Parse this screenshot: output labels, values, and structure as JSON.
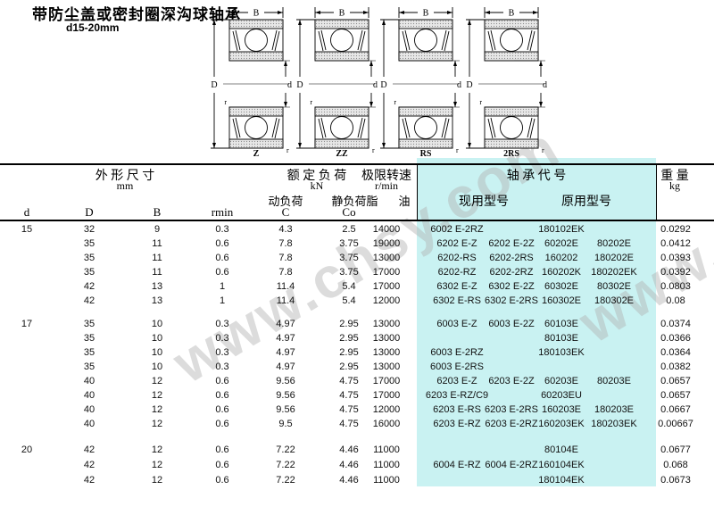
{
  "page": {
    "title": "带防尘盖或密封圈深沟球轴承",
    "subtitle": "d15-20mm"
  },
  "watermark": {
    "text": "www.chsy.com"
  },
  "colors": {
    "highlight": "#c9f2f2"
  },
  "diagrams": {
    "labels": [
      "Z",
      "ZZ",
      "RS",
      "2RS"
    ],
    "dims": {
      "B": "B",
      "D": "D",
      "d": "d",
      "r": "r"
    }
  },
  "table": {
    "headers": {
      "dim_group": "外 形 尺 寸",
      "dim_unit": "mm",
      "load_group": "额 定 负 荷",
      "load_unit": "kN",
      "dynamic": "动负荷",
      "static": "静负荷",
      "c": "C",
      "co": "Co",
      "speed_group": "极限转速",
      "speed_unit": "r/min",
      "grease": "脂",
      "oil": "油",
      "code_group": "轴 承 代 号",
      "current": "现用型号",
      "original": "原用型号",
      "weight": "重 量",
      "weight_unit": "kg",
      "d": "d",
      "D": "D",
      "B": "B",
      "rmin": "rmin"
    },
    "groups": [
      {
        "rows": [
          [
            "15",
            "32",
            "9",
            "0.3",
            "4.3",
            "2.5",
            "14000",
            "6002 E-2RZ",
            "",
            "180102EK",
            "",
            "0.0292"
          ],
          [
            "",
            "35",
            "11",
            "0.6",
            "7.8",
            "3.75",
            "19000",
            "6202 E-Z",
            "6202 E-2Z",
            "60202E",
            "80202E",
            "0.0412"
          ],
          [
            "",
            "35",
            "11",
            "0.6",
            "7.8",
            "3.75",
            "13000",
            "6202-RS",
            "6202-2RS",
            "160202",
            "180202E",
            "0.0393"
          ],
          [
            "",
            "35",
            "11",
            "0.6",
            "7.8",
            "3.75",
            "17000",
            "6202-RZ",
            "6202-2RZ",
            "160202K",
            "180202EK",
            "0.0392"
          ],
          [
            "",
            "42",
            "13",
            "1",
            "11.4",
            "5.4",
            "17000",
            "6302 E-Z",
            "6302 E-2Z",
            "60302E",
            "80302E",
            "0.0803"
          ],
          [
            "",
            "42",
            "13",
            "1",
            "11.4",
            "5.4",
            "12000",
            "6302 E-RS",
            "6302 E-2RS",
            "160302E",
            "180302E",
            "0.08"
          ]
        ]
      },
      {
        "rows": [
          [
            "17",
            "35",
            "10",
            "0.3",
            "4.97",
            "2.95",
            "13000",
            "6003 E-Z",
            "6003 E-2Z",
            "60103E",
            "",
            "0.0374"
          ],
          [
            "",
            "35",
            "10",
            "0.3",
            "4.97",
            "2.95",
            "13000",
            "",
            "",
            "80103E",
            "",
            "0.0366"
          ],
          [
            "",
            "35",
            "10",
            "0.3",
            "4.97",
            "2.95",
            "13000",
            "6003 E-2RZ",
            "",
            "180103EK",
            "",
            "0.0364"
          ],
          [
            "",
            "35",
            "10",
            "0.3",
            "4.97",
            "2.95",
            "13000",
            "6003 E-2RS",
            "",
            "",
            "",
            "0.0382"
          ],
          [
            "",
            "40",
            "12",
            "0.6",
            "9.56",
            "4.75",
            "17000",
            "6203 E-Z",
            "6203 E-2Z",
            "60203E",
            "80203E",
            "0.0657"
          ],
          [
            "",
            "40",
            "12",
            "0.6",
            "9.56",
            "4.75",
            "17000",
            "6203 E-RZ/C9",
            "",
            "60203EU",
            "",
            "0.0657"
          ],
          [
            "",
            "40",
            "12",
            "0.6",
            "9.56",
            "4.75",
            "12000",
            "6203 E-RS",
            "6203 E-2RS",
            "160203E",
            "180203E",
            "0.0667"
          ],
          [
            "",
            "40",
            "12",
            "0.6",
            "9.5",
            "4.75",
            "16000",
            "6203 E-RZ",
            "6203 E-2RZ",
            "160203EK",
            "180203EK",
            "0.00667"
          ]
        ]
      },
      {
        "rows": [
          [
            "20",
            "42",
            "12",
            "0.6",
            "7.22",
            "4.46",
            "11000",
            "",
            "",
            "80104E",
            "",
            "0.0677"
          ],
          [
            "",
            "42",
            "12",
            "0.6",
            "7.22",
            "4.46",
            "11000",
            "6004 E-RZ",
            "6004 E-2RZ",
            "160104EK",
            "",
            "0.068"
          ],
          [
            "",
            "42",
            "12",
            "0.6",
            "7.22",
            "4.46",
            "11000",
            "",
            "",
            "180104EK",
            "",
            "0.0673"
          ]
        ]
      }
    ]
  }
}
